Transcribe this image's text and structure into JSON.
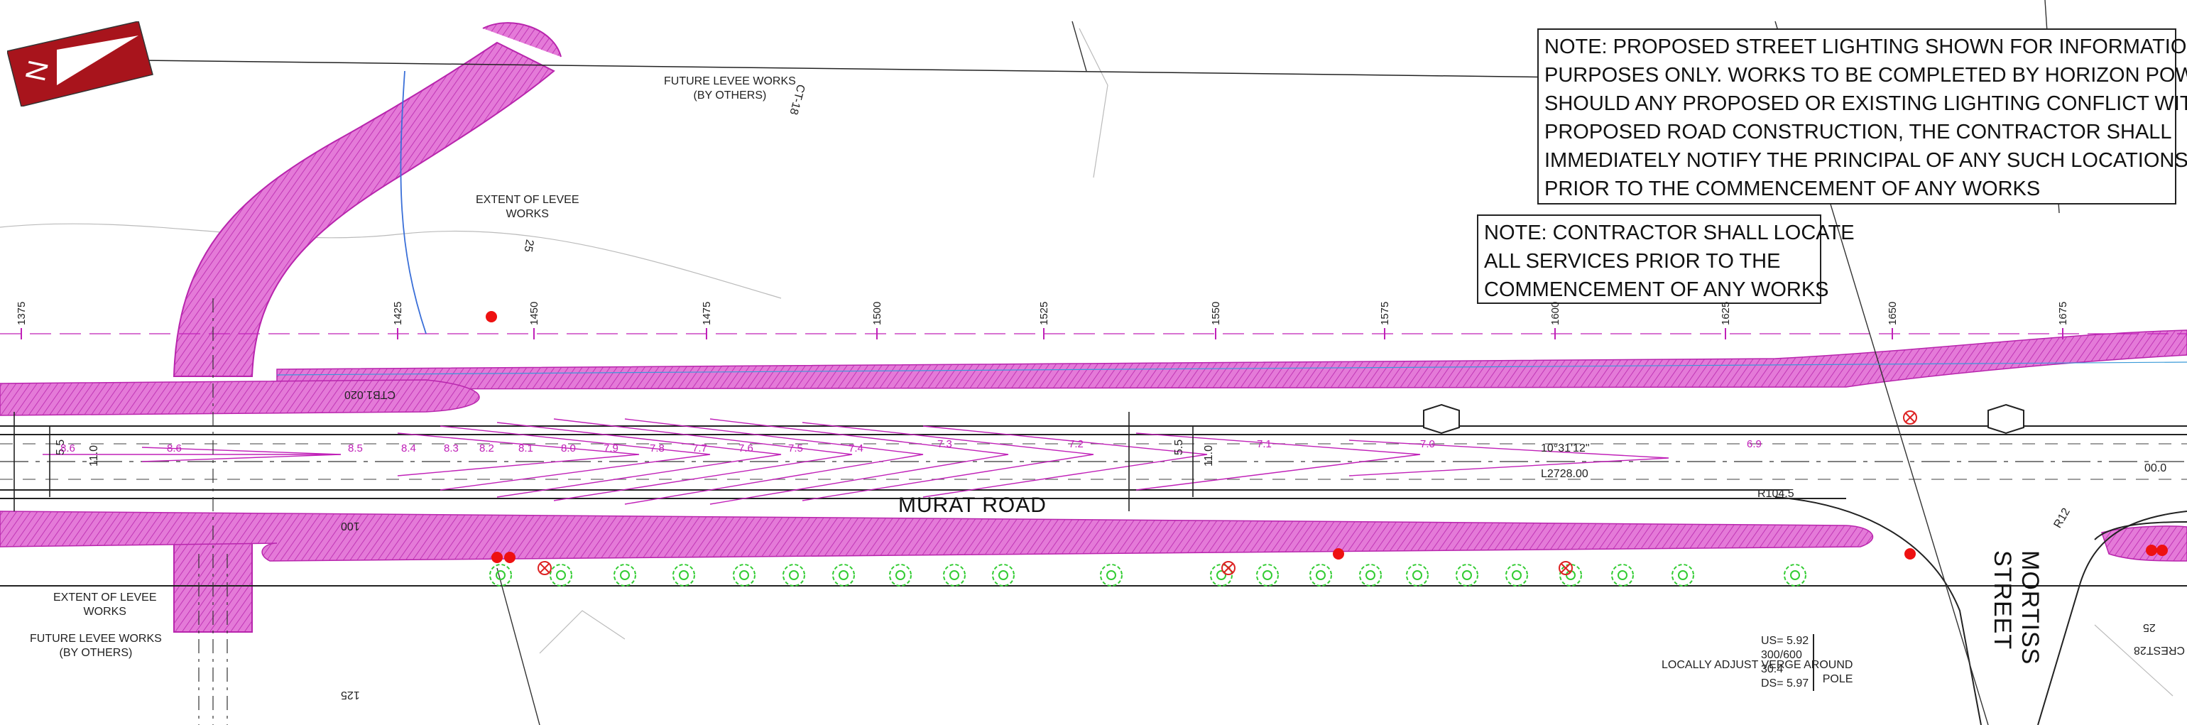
{
  "notes": {
    "lighting": [
      "NOTE: PROPOSED STREET LIGHTING SHOWN FOR INFORMATION",
      "PURPOSES ONLY. WORKS TO BE COMPLETED BY HORIZON POWER.",
      "SHOULD ANY PROPOSED OR EXISTING LIGHTING CONFLICT WITH",
      "PROPOSED ROAD CONSTRUCTION, THE CONTRACTOR SHALL",
      "IMMEDIATELY NOTIFY THE PRINCIPAL OF ANY SUCH LOCATIONS",
      "PRIOR TO THE COMMENCEMENT OF ANY WORKS"
    ],
    "services": [
      "NOTE: CONTRACTOR SHALL LOCATE",
      "ALL SERVICES PRIOR TO THE",
      "COMMENCEMENT OF ANY WORKS"
    ]
  },
  "north_arrow_label": "N",
  "roads": {
    "murat": "MURAT ROAD",
    "mortiss": "MORTISS STREET"
  },
  "labels": {
    "future_levee_top_1": "FUTURE LEVEE WORKS",
    "future_levee_top_2": "(BY OTHERS)",
    "extent_levee_top_1": "EXTENT OF LEVEE",
    "extent_levee_top_2": "WORKS",
    "extent_levee_bottom_1": "EXTENT OF LEVEE",
    "extent_levee_bottom_2": "WORKS",
    "future_levee_bottom_1": "FUTURE LEVEE WORKS",
    "future_levee_bottom_2": "(BY OTHERS)",
    "pit_us": "US= 5.92",
    "pit_size": "300/600",
    "pit_len": "30.4",
    "pit_ds": "DS= 5.97",
    "locally_adjust_1": "LOCALLY ADJUST VERGE AROUND",
    "locally_adjust_2": "POLE",
    "ctb1": "CTB1.020",
    "bearing": "10°31'12\"",
    "length": "L2728.00",
    "r104": "R104.5",
    "crest": "CREST28",
    "ct_label": "CT-18",
    "level_25a": "25",
    "level_25b": "25",
    "level_100": "100",
    "level_125": "125",
    "width_11_a": "11.0",
    "width_11_b": "11.0",
    "width_55_a": "5.5",
    "width_55_b": "5.5",
    "r12": "R12",
    "val_00": "00.0"
  },
  "chainages": [
    "1375",
    "1425",
    "1450",
    "1475",
    "1500",
    "1525",
    "1550",
    "1575",
    "1600",
    "1625",
    "1650",
    "1675"
  ],
  "contours": [
    "8.6",
    "8.6",
    "8.5",
    "8.4",
    "8.3",
    "8.2",
    "8.1",
    "8.0",
    "7.9",
    "7.8",
    "7.7",
    "7.6",
    "7.5",
    "7.4",
    "7.3",
    "7.2",
    "7.1",
    "7.0",
    "6.9"
  ],
  "colors": {
    "levee": "#e060d8",
    "levee_dark": "#c020b8",
    "tree": "#33cc33",
    "light": "#ee1111",
    "line": "#222222",
    "north": "#a8141c"
  }
}
